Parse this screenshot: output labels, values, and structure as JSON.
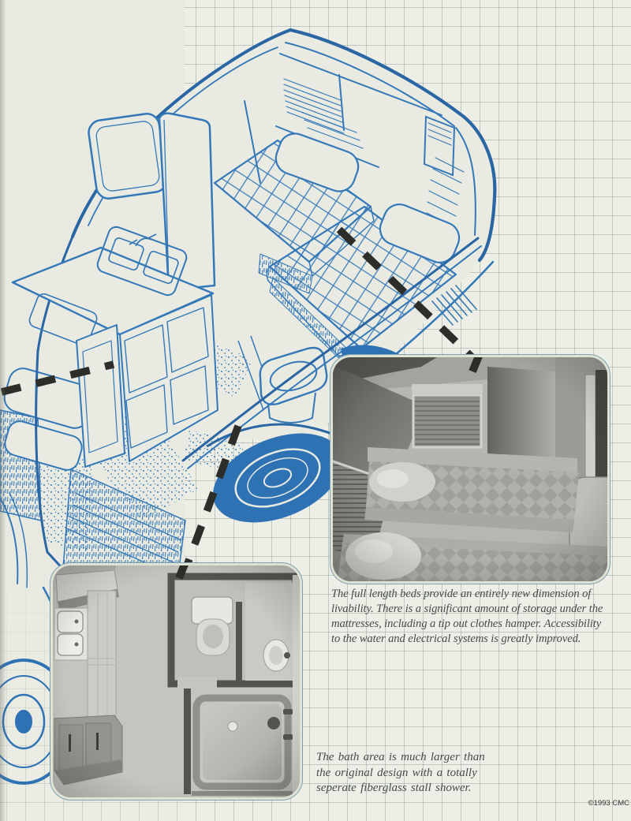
{
  "page": {
    "kind": "motorhome brochure page (blueprint cutaway with photo insets)",
    "copyright": "©1993 CMC"
  },
  "captions": {
    "beds_photo": "The full length beds provide an entirely new dimension of\nlivability.  There is a significant amount of storage under the\nmattresses, including a tip out clothes hamper.  Accessibility\nto the water and electrical systems is greatly improved.",
    "bath_photo": "The bath area is much larger than\nthe original design with a totally\nseperate fiberglass stall shower."
  },
  "colors": {
    "paper": "#e8eae1",
    "grid_paper": "#edefe6",
    "grid_line": "#7d918a",
    "blueprint_blue": "#3478b8",
    "blueprint_blue_dark": "#2a66a4",
    "callout_dash": "#2d2d29",
    "caption_text": "#474a4c",
    "photo_frame": "#dfe3d6",
    "photo_outline": "#7fa0ad"
  }
}
